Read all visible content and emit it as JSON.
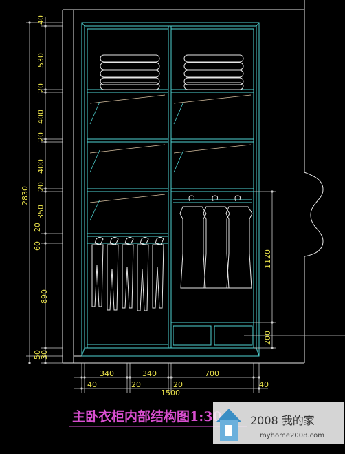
{
  "colors": {
    "background": "#000000",
    "outline": "#e6e6e6",
    "cabinet": "#4fd3d3",
    "dimension": "#e8e04a",
    "dimension_line": "#cccccc",
    "title": "#d94fd0",
    "shelf_accent": "#d7c0a0"
  },
  "dimensions": {
    "vertical_left": {
      "overall": "2830",
      "top_40": "40",
      "shelf_530": "530",
      "gap_20a": "20",
      "shelf_400a": "400",
      "gap_20b": "20",
      "shelf_400b": "400",
      "gap_20c": "20",
      "shelf_350": "350",
      "gap_20d": "20",
      "rail_60": "60",
      "hang_890": "890",
      "base_50": "50",
      "base_30": "30"
    },
    "vertical_right": {
      "hang_1120": "1120",
      "drawer_200": "200"
    },
    "horizontal_bottom": {
      "left_40": "40",
      "w_340a": "340",
      "mid_20a": "20",
      "w_340b": "340",
      "mid_20b": "20",
      "w_700": "700",
      "right_40": "40",
      "overall": "1500"
    }
  },
  "title": "主卧衣柜内部结构图1:30",
  "watermark": {
    "brand": "2008 我的家",
    "url": "myhome2008.com"
  }
}
